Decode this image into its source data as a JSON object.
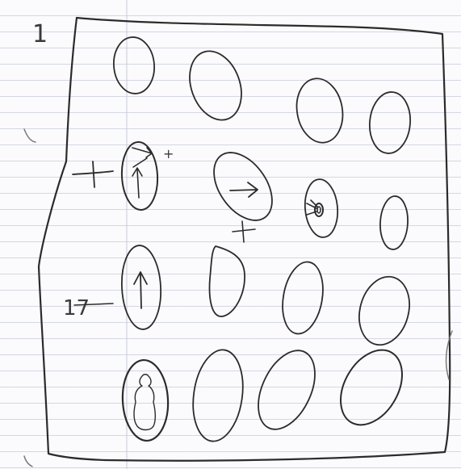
{
  "sheet": {
    "page_number": "1",
    "ink_color": "#2b2b2b",
    "paper_color": "#fbfbfd",
    "line_color": "#b4bacd"
  },
  "annotations": {
    "row2_left": "+",
    "row2_marker_plus": "+",
    "row2_below": "+",
    "row3_left": "17"
  },
  "cells": [
    {
      "row": 1,
      "col": 1,
      "mark": "none"
    },
    {
      "row": 1,
      "col": 2,
      "mark": "none"
    },
    {
      "row": 1,
      "col": 3,
      "mark": "none"
    },
    {
      "row": 1,
      "col": 4,
      "mark": "none"
    },
    {
      "row": 2,
      "col": 1,
      "mark": "arrows-up-right"
    },
    {
      "row": 2,
      "col": 2,
      "mark": "arrow-right"
    },
    {
      "row": 2,
      "col": 3,
      "mark": "target-spiral"
    },
    {
      "row": 2,
      "col": 4,
      "mark": "none"
    },
    {
      "row": 3,
      "col": 1,
      "mark": "arrow-up"
    },
    {
      "row": 3,
      "col": 2,
      "mark": "none"
    },
    {
      "row": 3,
      "col": 3,
      "mark": "none"
    },
    {
      "row": 3,
      "col": 4,
      "mark": "none"
    },
    {
      "row": 4,
      "col": 1,
      "mark": "figure"
    },
    {
      "row": 4,
      "col": 2,
      "mark": "none"
    },
    {
      "row": 4,
      "col": 3,
      "mark": "none"
    },
    {
      "row": 4,
      "col": 4,
      "mark": "none"
    }
  ]
}
